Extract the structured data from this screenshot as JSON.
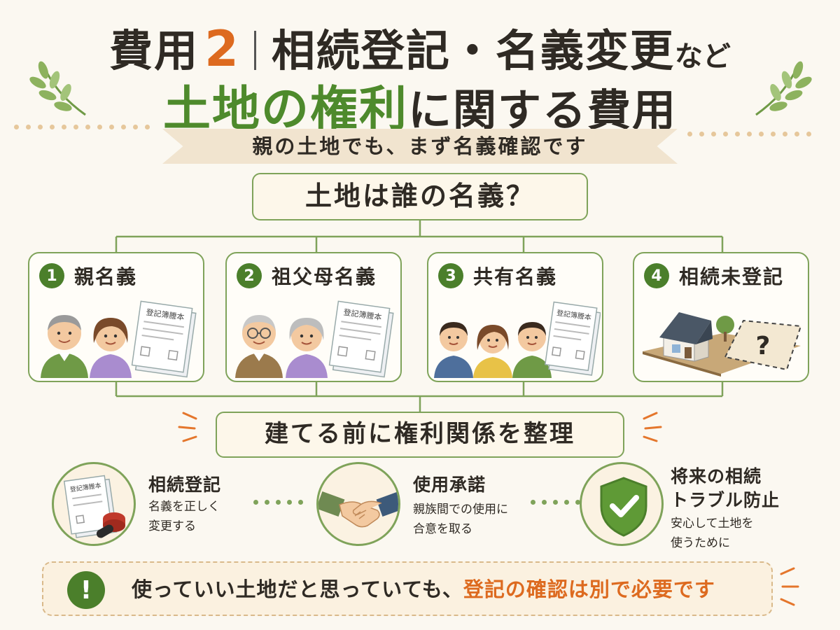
{
  "title": {
    "cost_label": "費用",
    "cost_number": "2",
    "main": "相続登記・名義変更",
    "suffix": "など",
    "line2_green": "土地の権利",
    "line2_dark": "に関する費用"
  },
  "ribbon": "親の土地でも、まず名義確認です",
  "question": "土地は誰の名義？",
  "cards": [
    {
      "num": "1",
      "title": "親名義",
      "doc": "登記簿謄本"
    },
    {
      "num": "2",
      "title": "祖父母名義",
      "doc": "登記簿謄本"
    },
    {
      "num": "3",
      "title": "共有名義",
      "doc": "登記簿謄本"
    },
    {
      "num": "4",
      "title": "相続未登記",
      "mark": "?"
    }
  ],
  "organize": "建てる前に権利関係を整理",
  "items": [
    {
      "title": "相続登記",
      "desc": [
        "名義を正しく",
        "変更する"
      ],
      "doc": "登記簿謄本"
    },
    {
      "title": "使用承諾",
      "desc": [
        "親族間での使用に",
        "合意を取る"
      ]
    },
    {
      "title": "将来の相続",
      "title2": "トラブル防止",
      "desc": [
        "安心して土地を",
        "使うために"
      ]
    }
  ],
  "note": {
    "icon": "!",
    "plain": "使っていい土地だと思っていても、",
    "accent": "登記の確認は別で必要です"
  },
  "colors": {
    "green": "#4b7f2b",
    "border_green": "#7fa35a",
    "orange": "#dd6a1f",
    "cream": "#fdf7ea"
  },
  "icons": [
    "laurel-icon",
    "registry-document-icon",
    "family-icon",
    "house-icon",
    "seal-stamp-icon",
    "handshake-icon",
    "shield-check-icon",
    "exclamation-icon"
  ]
}
